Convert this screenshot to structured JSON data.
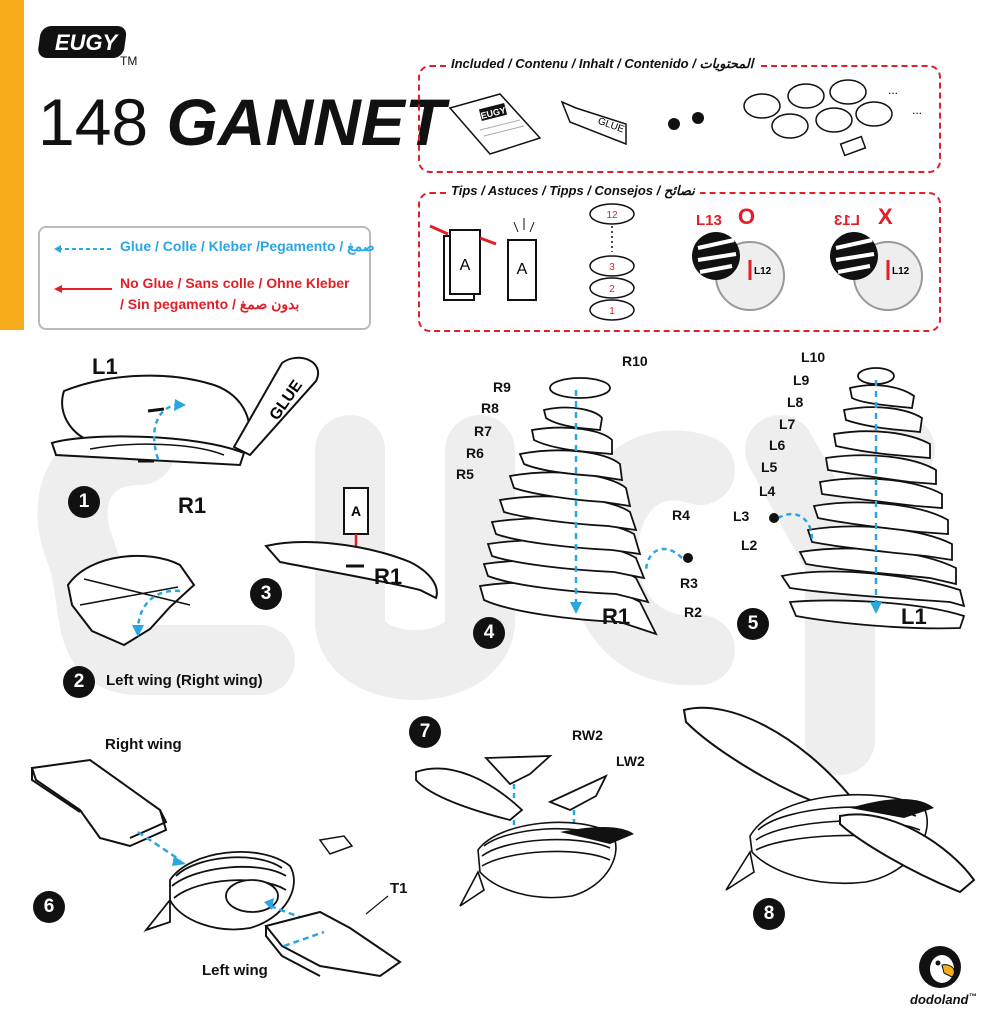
{
  "header": {
    "logo_text": "EUGY",
    "trademark": "TM",
    "model_number": "148",
    "model_name": "GANNET"
  },
  "legend": {
    "glue": "Glue / Colle / Kleber /Pegamento / صمغ",
    "no_glue_line1": "No Glue / Sans colle / Ohne Kleber",
    "no_glue_line2": "/ Sin pegamento / بدون صمغ"
  },
  "included": {
    "label": "Included / Contenu / Inhalt / Contenido / المحتويات",
    "booklet_text": "EUGY",
    "glue_text": "GLUE",
    "ellipsis": "..."
  },
  "tips": {
    "label": "Tips / Astuces / Tipps / Consejos / نصائح",
    "card_letter": "A",
    "stack_numbers": [
      "12",
      "3",
      "2",
      "1"
    ],
    "correct_mark": "O",
    "wrong_mark": "X",
    "piece_l13": "L13",
    "piece_l12": "L12"
  },
  "steps": {
    "s1": {
      "number": "1",
      "l1": "L1",
      "r1": "R1",
      "glue": "GLUE"
    },
    "s2": {
      "number": "2",
      "caption": "Left wing (Right wing)"
    },
    "s3": {
      "number": "3",
      "card": "A",
      "r1": "R1"
    },
    "s4": {
      "number": "4",
      "labels": [
        "R10",
        "R9",
        "R8",
        "R7",
        "R6",
        "R5",
        "R4",
        "R3",
        "R2",
        "R1"
      ]
    },
    "s5": {
      "number": "5",
      "labels": [
        "L10",
        "L9",
        "L8",
        "L7",
        "L6",
        "L5",
        "L4",
        "L3",
        "L2",
        "L1"
      ]
    },
    "s6": {
      "number": "6",
      "right_wing": "Right wing",
      "left_wing": "Left wing",
      "t1": "T1"
    },
    "s7": {
      "number": "7",
      "rw2": "RW2",
      "lw2": "LW2"
    },
    "s8": {
      "number": "8"
    }
  },
  "brand": {
    "name": "dodoland",
    "tm": "™"
  },
  "colors": {
    "accent_yellow": "#f7ad1b",
    "glue_blue": "#2aa6e0",
    "no_glue_red": "#e21e26"
  }
}
